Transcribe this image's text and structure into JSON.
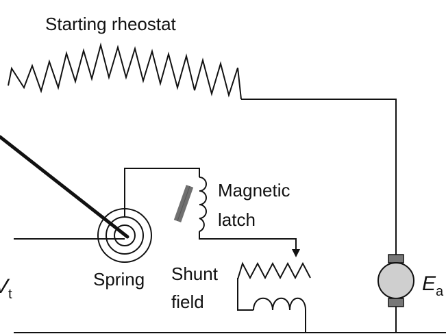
{
  "labels": {
    "starting_rheostat": "Starting rheostat",
    "magnetic": "Magnetic",
    "latch": "latch",
    "spring": "Spring",
    "shunt": "Shunt",
    "field": "field",
    "vt_main": "V",
    "vt_sub": "t",
    "ea_main": "E",
    "ea_sub": "a"
  },
  "colors": {
    "line": "#111111",
    "latch_bar": "#707070",
    "armature_body": "#cfcfcf",
    "armature_brush": "#777777",
    "background": "#ffffff"
  }
}
